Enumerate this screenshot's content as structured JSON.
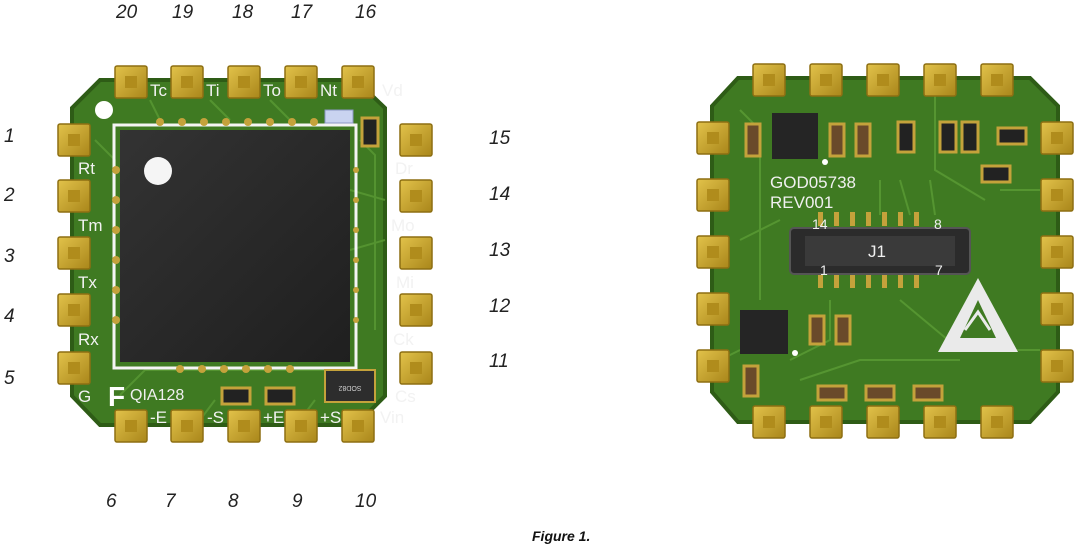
{
  "pin_numbers": {
    "top": [
      "20",
      "19",
      "18",
      "17",
      "16"
    ],
    "left": [
      "1",
      "2",
      "3",
      "4",
      "5"
    ],
    "right": [
      "15",
      "14",
      "13",
      "12",
      "11"
    ],
    "bottom": [
      "6",
      "7",
      "8",
      "9",
      "10"
    ]
  },
  "front_board": {
    "top_labels": [
      "Tc",
      "Ti",
      "To",
      "Nt",
      "Vd"
    ],
    "left_labels": [
      "Rt",
      "Tm",
      "Tx",
      "Rx",
      "G"
    ],
    "right_labels": [
      "Dr",
      "Mo",
      "Mi",
      "Ck",
      "Cs"
    ],
    "bottom_labels": [
      "-E",
      "-S",
      "+E",
      "+S",
      "Vin"
    ],
    "part_name": "QIA128",
    "logo_letter": "F",
    "small_ic_marking": "SOD82"
  },
  "back_board": {
    "serial": "GOD05738",
    "revision": "REV001",
    "connector_name": "J1",
    "connector_pin_labels": {
      "top_left": "14",
      "top_right": "8",
      "bottom_left": "1",
      "bottom_right": "7"
    }
  },
  "caption": "Figure 1.",
  "colors": {
    "pcb_green": "#3f7a22",
    "pcb_edge": "#2e5c16",
    "pad_gold": "#c9a72a",
    "chip_black": "#2a2a2a"
  }
}
